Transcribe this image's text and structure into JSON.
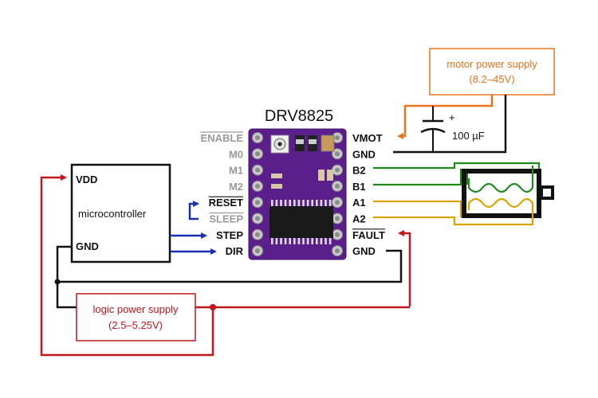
{
  "title": "DRV8825",
  "colors": {
    "motor_supply": "#e8731c",
    "logic_supply": "#c0161c",
    "control_signal": "#1a2fb0",
    "coil_b": "#1e8a1e",
    "coil_a": "#d9a400",
    "ground": "#111111",
    "board": "#5b1f8c",
    "inactive_label": "#9a9a9a"
  },
  "left_pins": [
    {
      "label": "ENABLE",
      "overline": true,
      "active": false
    },
    {
      "label": "M0",
      "overline": false,
      "active": false
    },
    {
      "label": "M1",
      "overline": false,
      "active": false
    },
    {
      "label": "M2",
      "overline": false,
      "active": false
    },
    {
      "label": "RESET",
      "overline": true,
      "active": true
    },
    {
      "label": "SLEEP",
      "overline": true,
      "active": false
    },
    {
      "label": "STEP",
      "overline": false,
      "active": true
    },
    {
      "label": "DIR",
      "overline": false,
      "active": true
    }
  ],
  "right_pins": [
    {
      "label": "VMOT",
      "overline": false
    },
    {
      "label": "GND",
      "overline": false
    },
    {
      "label": "B2",
      "overline": false
    },
    {
      "label": "B1",
      "overline": false
    },
    {
      "label": "A1",
      "overline": false
    },
    {
      "label": "A2",
      "overline": false
    },
    {
      "label": "FAULT",
      "overline": true
    },
    {
      "label": "GND",
      "overline": false
    }
  ],
  "microcontroller": {
    "name": "microcontroller",
    "vdd_label": "VDD",
    "gnd_label": "GND"
  },
  "motor_power_supply": {
    "line1": "motor power supply",
    "line2": "(8.2–45V)"
  },
  "logic_power_supply": {
    "line1": "logic power supply",
    "line2": "(2.5–5.25V)"
  },
  "capacitor": {
    "value": "100 µF",
    "polarity": "+"
  }
}
